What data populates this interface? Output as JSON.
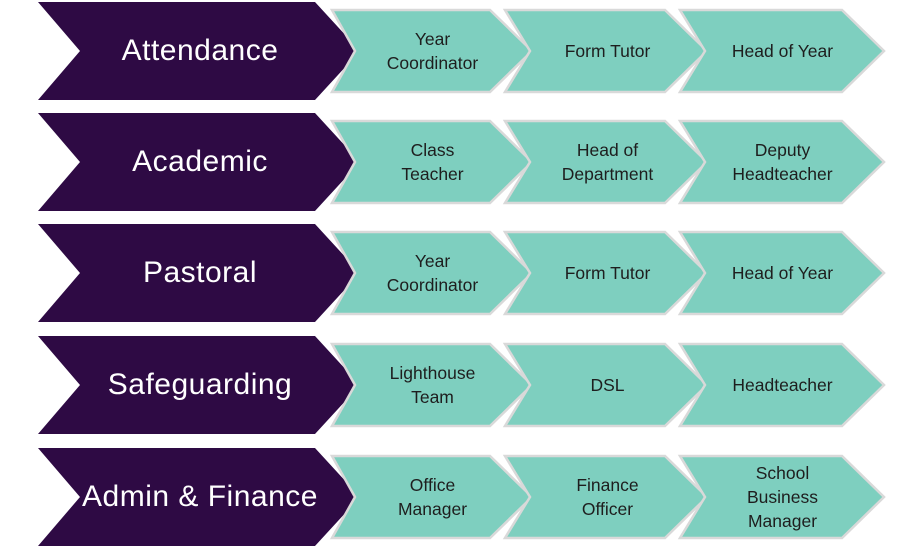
{
  "colors": {
    "category_fill": "#2e0a44",
    "step_fill": "#7ecfbf",
    "step_border": "#d9d9d9",
    "category_text": "#ffffff",
    "step_text": "#1e1e1e"
  },
  "rows": [
    {
      "category": "Attendance",
      "steps": [
        "Year\nCoordinator",
        "Form Tutor",
        "Head of Year"
      ]
    },
    {
      "category": "Academic",
      "steps": [
        "Class\nTeacher",
        "Head of\nDepartment",
        "Deputy\nHeadteacher"
      ]
    },
    {
      "category": "Pastoral",
      "steps": [
        "Year\nCoordinator",
        "Form Tutor",
        "Head of Year"
      ]
    },
    {
      "category": "Safeguarding",
      "steps": [
        "Lighthouse\nTeam",
        "DSL",
        "Headteacher"
      ]
    },
    {
      "category": "Admin &\nFinance",
      "steps": [
        "Office\nManager",
        "Finance\nOfficer",
        "School\nBusiness\nManager"
      ]
    }
  ]
}
